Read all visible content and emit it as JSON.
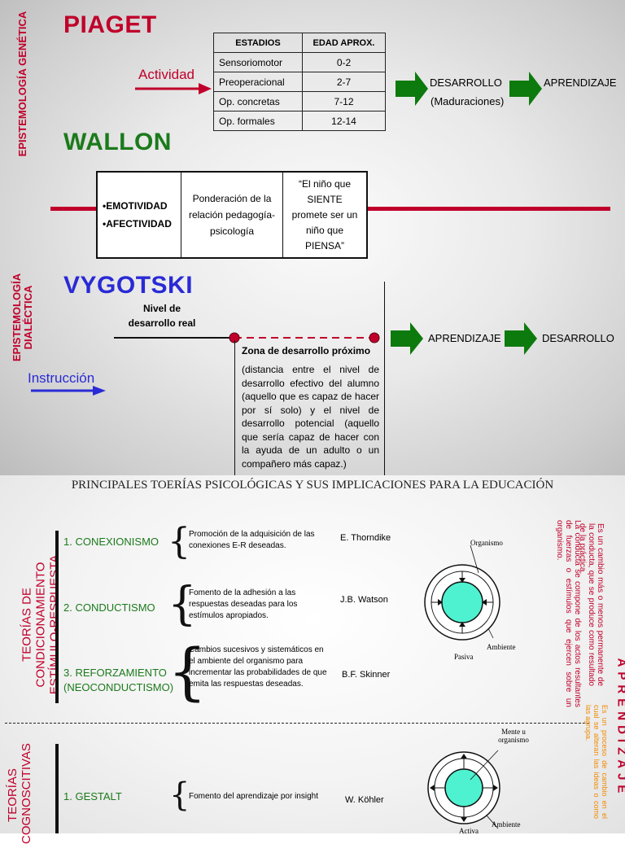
{
  "colors": {
    "red": "#c0002a",
    "green": "#1b7a1b",
    "blue": "#2a2ad6",
    "arrow_green": "#0d7a0d",
    "cyan": "#4ef2d0",
    "orange": "#f08a00"
  },
  "piaget": {
    "title": "PIAGET",
    "side_label": "EPISTEMOLOGÍA GENÉTICA",
    "actividad": "Actividad",
    "table": {
      "headers": [
        "ESTADIOS",
        "EDAD APROX."
      ],
      "rows": [
        [
          "Sensoriomotor",
          "0-2"
        ],
        [
          "Preoperacional",
          "2-7"
        ],
        [
          "Op. concretas",
          "7-12"
        ],
        [
          "Op. formales",
          "12-14"
        ]
      ]
    },
    "desarrollo": "DESARROLLO",
    "maduraciones": "(Maduraciones)",
    "aprendizaje": "APRENDIZAJE"
  },
  "wallon": {
    "title": "WALLON",
    "emotividad": "•EMOTIVIDAD",
    "afectividad": "•AFECTIVIDAD",
    "ponderacion": "Ponderación de la relación pedagogía-psicología",
    "quote": "“El niño que SIENTE promete ser un niño que PIENSA”"
  },
  "vygotski": {
    "title": "VYGOTSKI",
    "side_label": "EPISTEMOLOGÍA DIALÉCTICA",
    "nivel": "Nivel de desarrollo real",
    "zona_title": "Zona de desarrollo próximo",
    "zona_text": "(distancia entre el nivel de desarrollo efectivo del alumno (aquello que es capaz de hacer por sí solo) y el nivel de desarrollo potencial (aquello que sería capaz de hacer con la ayuda de un adulto o un compañero más capaz.)",
    "instruccion": "Instrucción",
    "aprendizaje": "APRENDIZAJE",
    "desarrollo": "DESARROLLO"
  },
  "bottom": {
    "title": "PRINCIPALES TOERÍAS PSICOLÓGICAS Y SUS IMPLICACIONES PARA LA EDUCACIÓN",
    "side_label_1": "TEORÍAS DE CONDICIONAMIENTO ESTÍMULO-RESPUESTA",
    "side_label_2": "TEORÍAS COGNOSCITIVAS",
    "theories": [
      {
        "name": "1. CONEXIONISMO",
        "desc": "Promoción de la adquisición de las conexiones E-R deseadas.",
        "author": "E. Thorndike"
      },
      {
        "name": "2. CONDUCTISMO",
        "desc": "Fomento de la adhesión a las respuestas deseadas para los estímulos apropiados.",
        "author": "J.B. Watson"
      },
      {
        "name": "3. REFORZAMIENTO (NEOCONDUCTISMO)",
        "desc": "Cambios sucesivos y sistemáticos en el ambiente del organismo para incrementar las probabilidades de que emita las respuestas deseadas.",
        "author": "B.F. Skinner"
      },
      {
        "name": "1. GESTALT",
        "desc": "Fomento del aprendizaje por insight",
        "author": "W. Köhler"
      }
    ],
    "diagram1": {
      "organismo": "Organismo",
      "ambiente": "Ambiente",
      "pasiva": "Pasiva"
    },
    "diagram2": {
      "mente": "Mente u organismo",
      "ambiente": "Ambiente",
      "activa": "Activa"
    },
    "aprendizaje_label": "APRENDIZAJE",
    "red_text_1": "Es un cambio más o menos permanente de la conducta, que se produce como resultado de la práctica.",
    "red_text_2": "La conducta se compone de los actos resultantes de fuerzas o estímulos que ejercen sobre un organismo.",
    "orange_text": "Es un proceso de cambio en el cual se alteran las ideas o como las agrupa."
  }
}
